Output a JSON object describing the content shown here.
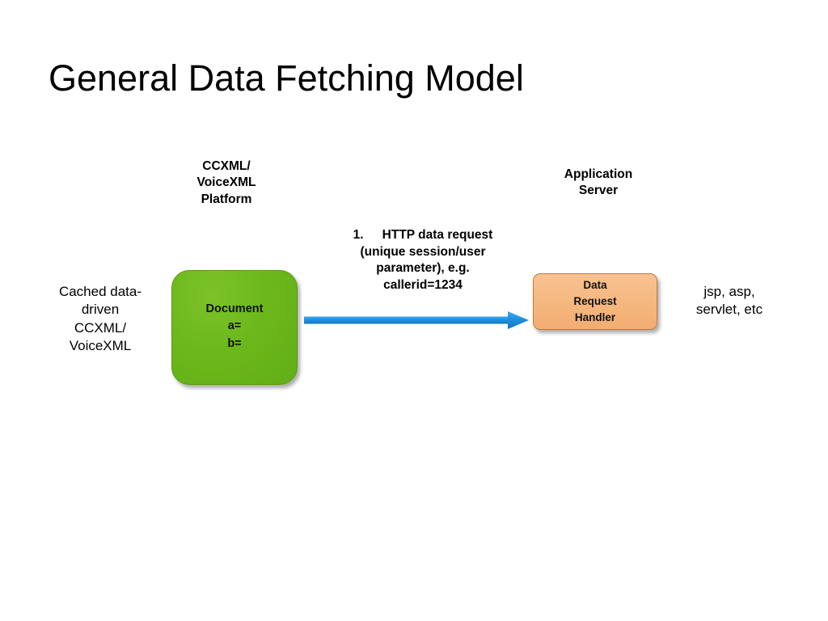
{
  "slide": {
    "title": "General Data Fetching Model",
    "background_color": "#ffffff"
  },
  "captions": {
    "platform": {
      "line1": "CCXML/",
      "line2": "VoiceXML",
      "line3": "Platform"
    },
    "app_server": {
      "line1": "Application",
      "line2": "Server"
    },
    "cached_source": {
      "line1": "Cached data-",
      "line2": "driven",
      "line3": "CCXML/",
      "line4": "VoiceXML"
    },
    "server_tech": {
      "line1": "jsp, asp,",
      "line2": "servlet, etc"
    }
  },
  "steps": [
    {
      "number": "1.",
      "line1": "HTTP data request",
      "line2": "(unique session/user",
      "line3": "parameter), e.g.",
      "line4": "callerid=1234"
    }
  ],
  "nodes": {
    "document": {
      "line1": "Document",
      "line2": "a=",
      "line3": "b=",
      "fill_color": "#6cb81c",
      "border_color": "#5b9a17"
    },
    "handler": {
      "line1": "Data",
      "line2": "Request",
      "line3": "Handler",
      "fill_color": "#f5b77f",
      "border_color": "#bf7a3c"
    }
  },
  "arrow": {
    "name": "http-data-request-arrow",
    "direction": "right",
    "color": "#1f8fe0"
  }
}
